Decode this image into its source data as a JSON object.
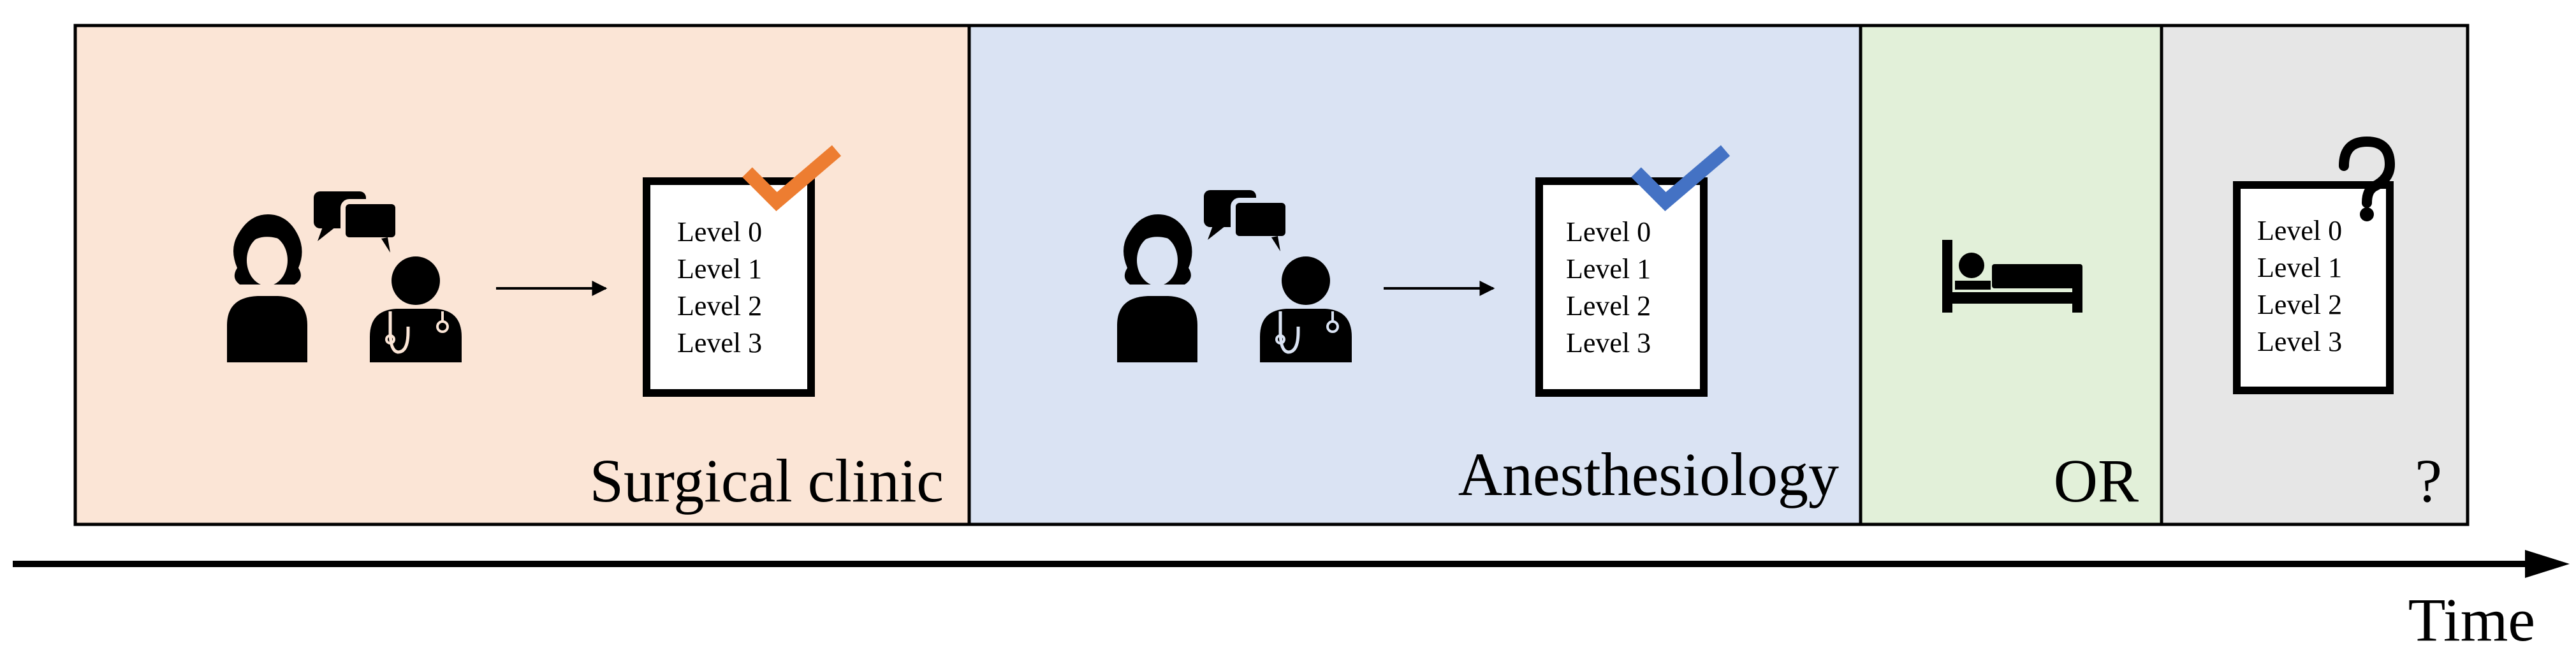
{
  "stages": [
    {
      "key": "surgical",
      "label": "Surgical clinic",
      "color": "#fbe5d6",
      "check_color": "#ed7d31",
      "mark": "check"
    },
    {
      "key": "anesthesiology",
      "label": "Anesthesiology",
      "color": "#dae3f3",
      "check_color": "#4472c4",
      "mark": "check"
    },
    {
      "key": "or",
      "label": "OR",
      "color": "#e2f0d9",
      "icon": "hospital-bed-icon"
    },
    {
      "key": "unknown",
      "label": "?",
      "color": "#e6e6e6",
      "mark": "question"
    }
  ],
  "checklist": {
    "levels": [
      "Level 0",
      "Level 1",
      "Level 2",
      "Level 3"
    ]
  },
  "icons": {
    "patient": "patient-icon",
    "doctor": "doctor-icon",
    "conversation": "speech-bubbles-icon",
    "bed": "hospital-bed-icon"
  },
  "timeline": {
    "label": "Time"
  }
}
